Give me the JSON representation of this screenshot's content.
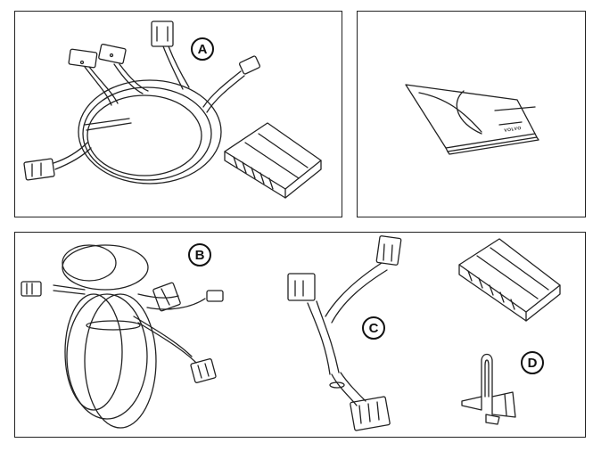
{
  "labels": {
    "a": "A",
    "b": "B",
    "c": "C",
    "d": "D"
  },
  "manual": {
    "brand": "VOLVO"
  },
  "colors": {
    "line": "#222222",
    "background": "#ffffff"
  },
  "parts": [
    "wiring-harness-a",
    "connector-housing",
    "installation-manual",
    "wiring-harness-b",
    "y-harness-c",
    "connector-housing-2",
    "clip-d"
  ]
}
